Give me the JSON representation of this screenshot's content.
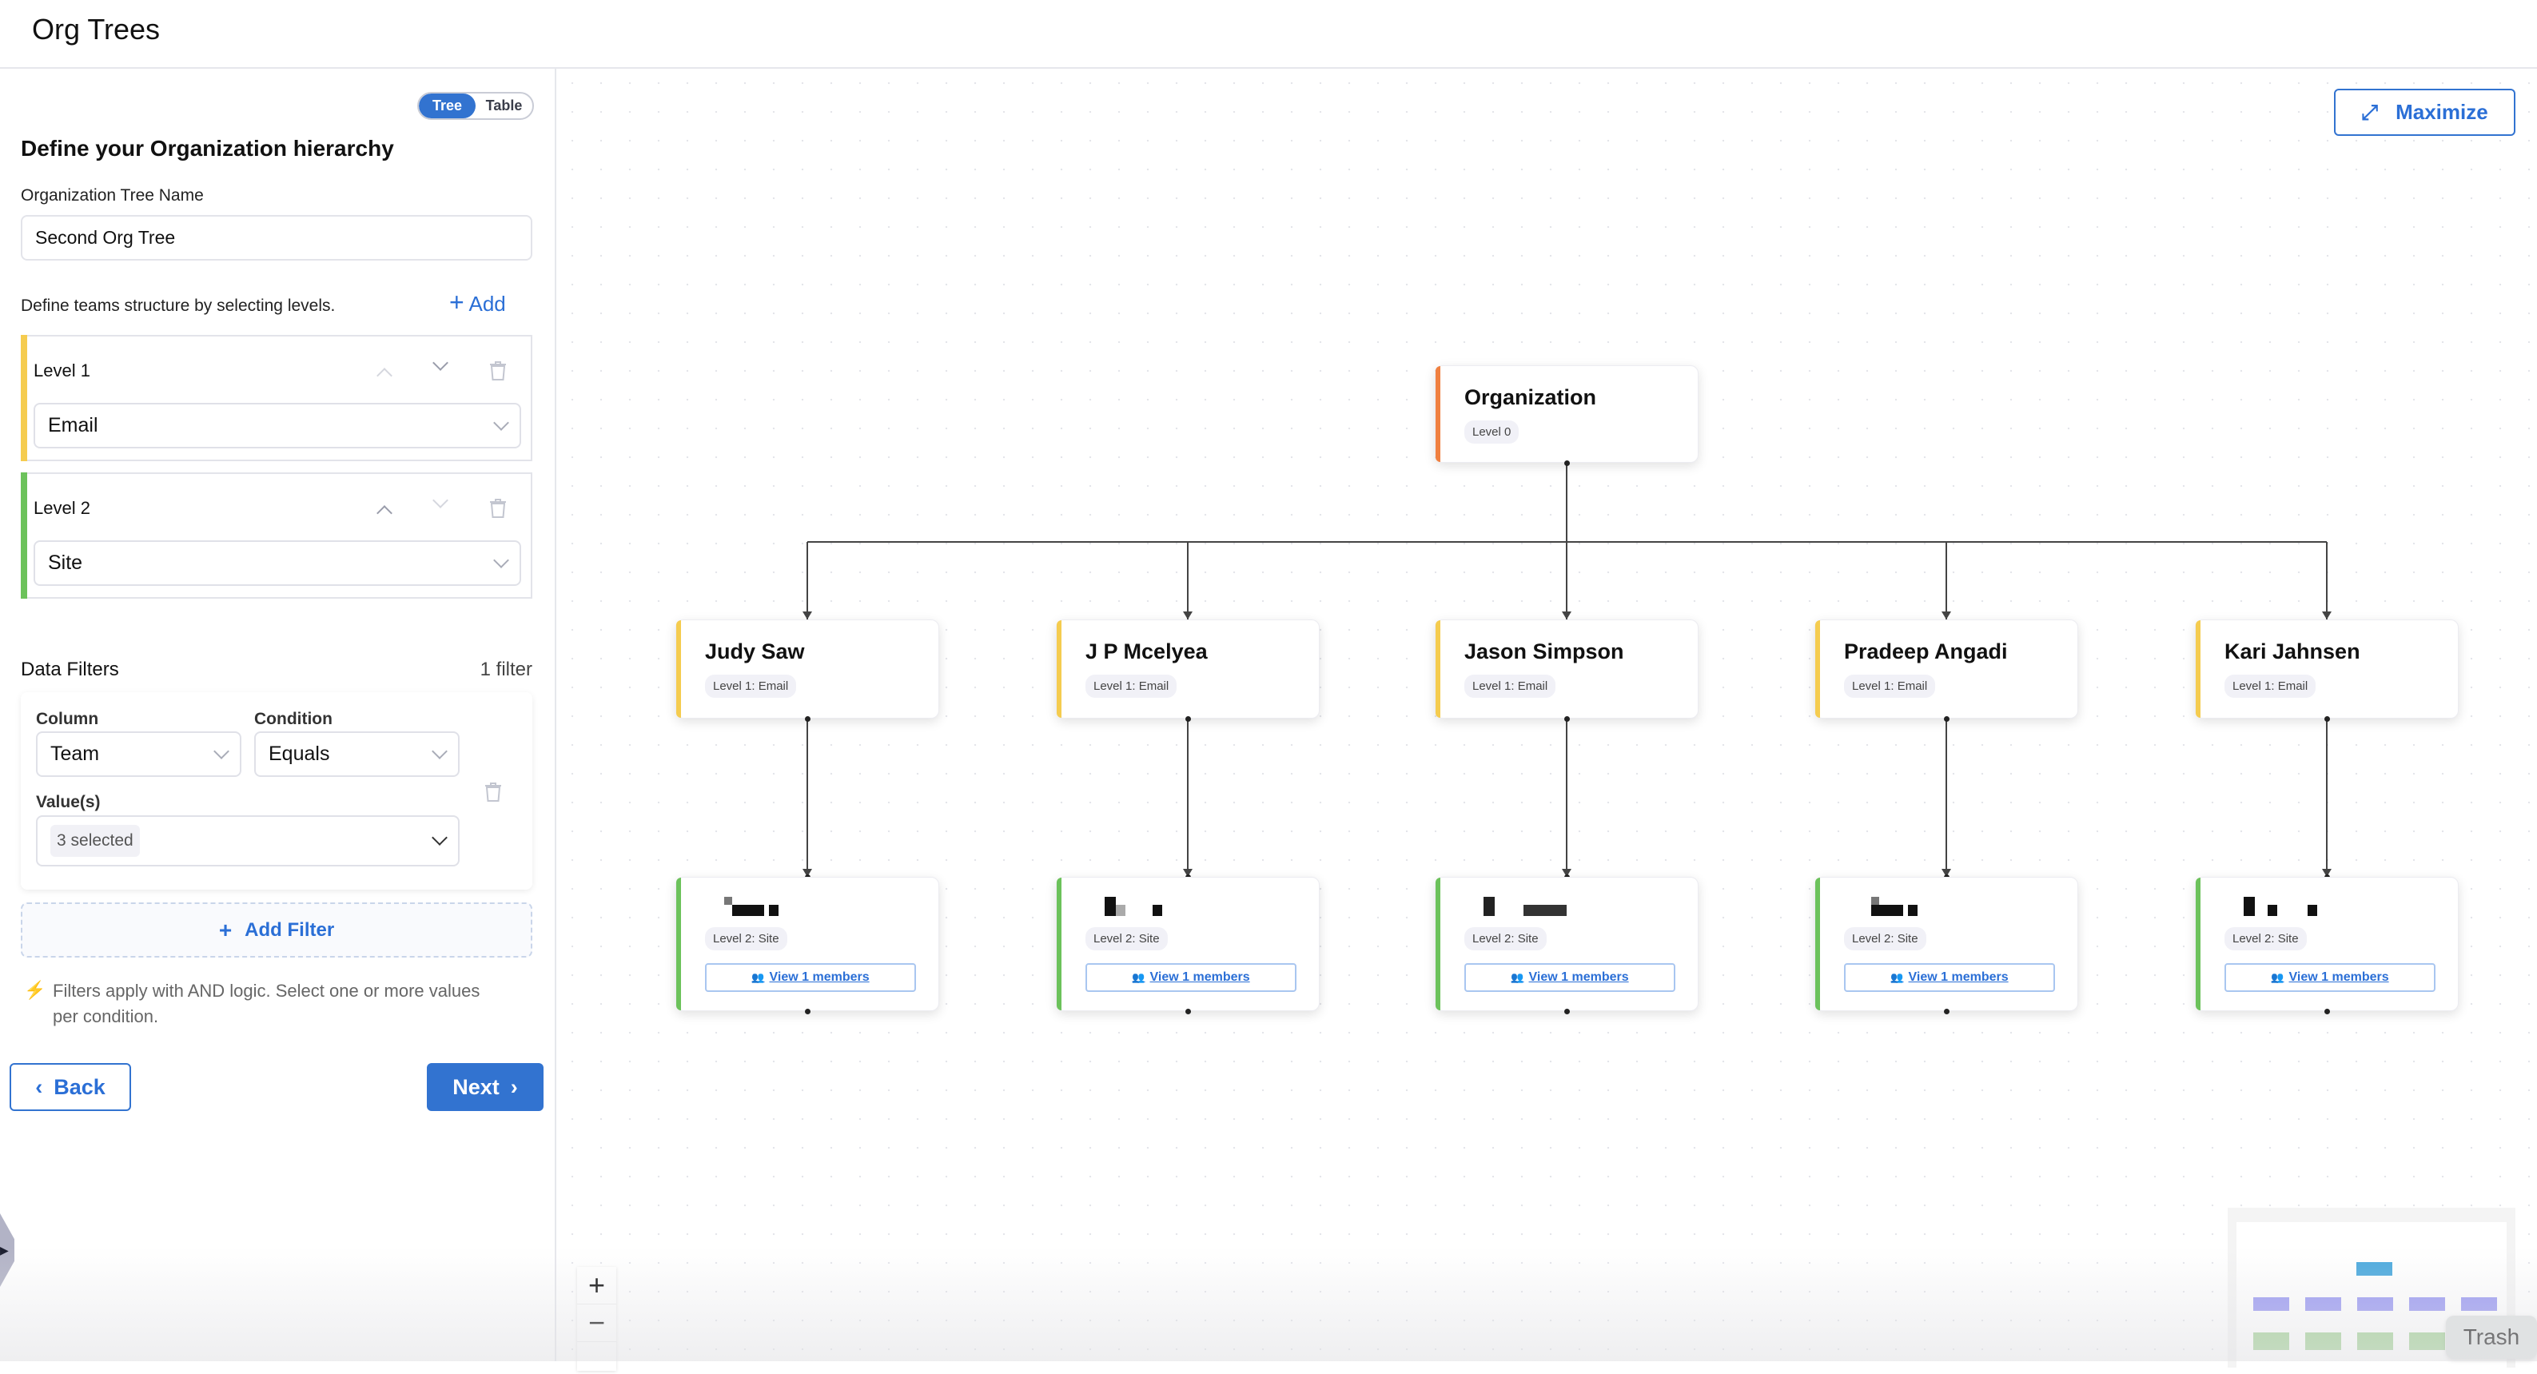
{
  "header": {
    "title": "Org Trees"
  },
  "panel": {
    "view_toggle": {
      "options": [
        "Tree",
        "Table"
      ],
      "selected": "Tree"
    },
    "heading": "Define your Organization hierarchy",
    "tree_name_label": "Organization Tree Name",
    "tree_name_value": "Second Org Tree",
    "levels_hint": "Define teams structure by selecting levels.",
    "add_label": "Add",
    "levels": [
      {
        "label": "Level 1",
        "value": "Email",
        "color": "#f5cc4f"
      },
      {
        "label": "Level 2",
        "value": "Site",
        "color": "#6cc25b"
      }
    ],
    "filters": {
      "title": "Data Filters",
      "count": "1 filter",
      "column_label": "Column",
      "column_value": "Team",
      "condition_label": "Condition",
      "condition_value": "Equals",
      "values_label": "Value(s)",
      "values_chip": "3 selected",
      "add_filter": "Add Filter",
      "note": "Filters apply with AND logic. Select one or more values per condition."
    },
    "back": "Back",
    "next": "Next"
  },
  "canvas": {
    "maximize": "Maximize",
    "root": {
      "name": "Organization",
      "badge": "Level 0",
      "color": "#f08040"
    },
    "level1_color": "#f5cc4f",
    "level2_color": "#6cc25b",
    "level1": [
      {
        "name": "Judy Saw",
        "badge": "Level 1: Email"
      },
      {
        "name": "J P Mcelyea",
        "badge": "Level 1: Email"
      },
      {
        "name": "Jason Simpson",
        "badge": "Level 1: Email"
      },
      {
        "name": "Pradeep Angadi",
        "badge": "Level 1: Email"
      },
      {
        "name": "Kari Jahnsen",
        "badge": "Level 1: Email"
      }
    ],
    "level2": [
      {
        "badge": "Level 2: Site",
        "members": "View 1 members"
      },
      {
        "badge": "Level 2: Site",
        "members": "View 1 members"
      },
      {
        "badge": "Level 2: Site",
        "members": "View 1 members"
      },
      {
        "badge": "Level 2: Site",
        "members": "View 1 members"
      },
      {
        "badge": "Level 2: Site",
        "members": "View 1 members"
      }
    ],
    "zoom_in": "+",
    "zoom_out": "−",
    "tooltip": "Trash",
    "minimap_colors": {
      "root": "#4ba9dd",
      "level1": "#9d9cf3",
      "level2": "#a6d39a"
    }
  }
}
